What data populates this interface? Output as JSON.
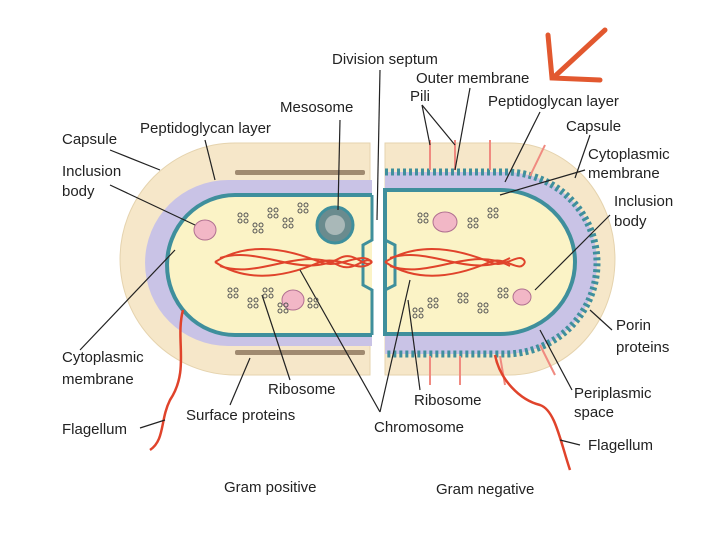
{
  "title_labels": {
    "gram_positive": "Gram positive",
    "gram_negative": "Gram negative"
  },
  "labels": {
    "division_septum": "Division septum",
    "outer_membrane": "Outer membrane",
    "pili": "Pili",
    "peptidoglycan_right": "Peptidoglycan layer",
    "capsule_right": "Capsule",
    "cytoplasmic_membrane_right_1": "Cytoplasmic",
    "cytoplasmic_membrane_right_2": "membrane",
    "inclusion_body_right_1": "Inclusion",
    "inclusion_body_right_2": "body",
    "porin_1": "Porin",
    "porin_2": "proteins",
    "periplasmic_1": "Periplasmic",
    "periplasmic_2": "space",
    "flagellum_right": "Flagellum",
    "chromosome": "Chromosome",
    "ribosome_right": "Ribosome",
    "mesosome": "Mesosome",
    "peptidoglycan_left": "Peptidoglycan layer",
    "capsule_left": "Capsule",
    "inclusion_body_left_1": "Inclusion",
    "inclusion_body_left_2": "body",
    "cytoplasmic_membrane_left_1": "Cytoplasmic",
    "cytoplasmic_membrane_left_2": "membrane",
    "ribosome_left": "Ribosome",
    "surface_proteins": "Surface proteins",
    "flagellum_left": "Flagellum"
  },
  "colors": {
    "capsule": "#f6e7c9",
    "peptidoglycan": "#c9c3e6",
    "membrane": "#3f8f9c",
    "cytoplasm": "#fbf3c6",
    "chromosome": "#e0432b",
    "annotation_arrow": "#e2582f"
  }
}
